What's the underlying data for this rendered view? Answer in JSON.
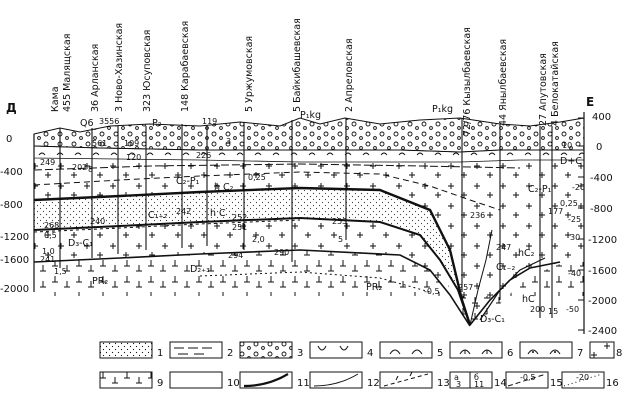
{
  "directions": {
    "west": "Д",
    "east": "E"
  },
  "left_axis": [
    "0",
    "-400",
    "-800",
    "-1200",
    "-1600",
    "-2000"
  ],
  "right_axis": [
    "400",
    "0",
    "-400",
    "-800",
    "-1200",
    "-1600",
    "-2000",
    "-2400"
  ],
  "wells": [
    {
      "name": "455 Малящская",
      "number": ""
    },
    {
      "name": "Кама",
      "number": ""
    },
    {
      "name": "36 Арланская",
      "number": ""
    },
    {
      "name": "3 Ново-Хазинская",
      "number": "3556"
    },
    {
      "name": "323 Юсуповская",
      "number": ""
    },
    {
      "name": "148 Карабаевская",
      "number": "119"
    },
    {
      "name": "5 Уржумовская",
      "number": ""
    },
    {
      "name": "5 Байкибашевская",
      "number": ""
    },
    {
      "name": "2 Апреловская",
      "number": ""
    },
    {
      "name": "72/76 Кызылбаевская",
      "number": ""
    },
    {
      "name": "44 Янылбаевская",
      "number": ""
    },
    {
      "name": "27 Апутовская",
      "number": ""
    },
    {
      "name": "4 Белокатайская",
      "number": ""
    }
  ],
  "formation_labels": {
    "q6": "Q6",
    "p2": "P₂",
    "p1kg_a": "P₁kg",
    "p1kg_b": "P₁kg",
    "c2p1_a": "C₂-P₁",
    "c2p1_b": "C₂-P₁",
    "hc2_a": "h C₂",
    "hc2_b": "hC₂",
    "c12": "C₁₊₂",
    "hc": "h C",
    "d3c1_a": "D₃-C₁",
    "d3c1_b": "D₃-C₁",
    "d23": "D₂₊₃",
    "pr2_a": "PR₂",
    "pr2_b": "PR₂",
    "dc": "D+C",
    "c12_e": "C₁₋₂",
    "hc_e": "hC",
    "d3c1_e": "D₃-C₁"
  },
  "thickness_numbers": [
    "249",
    "202",
    "561",
    "109",
    "120",
    "226",
    "0,25",
    "268",
    "240",
    "242",
    "252",
    "251",
    "253",
    "294",
    "290",
    "241",
    "236",
    "257",
    "247",
    "200",
    "177",
    "-20",
    "-25",
    "-40",
    "-50",
    "0,25",
    "30",
    "10",
    "8",
    "5",
    "15",
    "2,0",
    "1,0",
    "0,5",
    "1,5",
    "3",
    "-0,5"
  ],
  "legend": {
    "items": [
      "1",
      "2",
      "3",
      "4",
      "5",
      "6",
      "7",
      "8",
      "9",
      "10",
      "11",
      "12",
      "13",
      "14",
      "15",
      "16"
    ],
    "sample_a": "а",
    "sample_b": "б",
    "sample_num_a": "3",
    "sample_num_b": "11",
    "iso_a": "-0,5",
    "iso_b": "-20"
  }
}
